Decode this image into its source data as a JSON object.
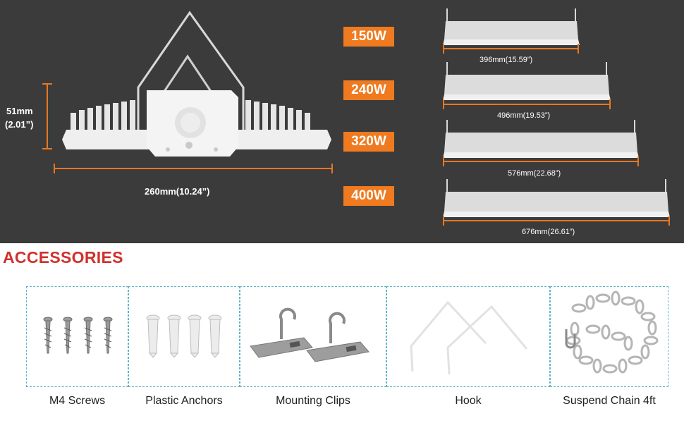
{
  "dimensions": {
    "height_label": "51mm",
    "height_label_in": "(2.01”)",
    "width_label": "260mm(10.24”)"
  },
  "models": [
    {
      "watt": "150W",
      "length": "396mm(15.59”)"
    },
    {
      "watt": "240W",
      "length": "496mm(19.53”)"
    },
    {
      "watt": "320W",
      "length": "576mm(22.68”)"
    },
    {
      "watt": "400W",
      "length": "676mm(26.61”)"
    }
  ],
  "accessories": {
    "title": "ACCESSORIES",
    "items": [
      {
        "label": "M4 Screws"
      },
      {
        "label": "Plastic Anchors"
      },
      {
        "label": "Mounting Clips"
      },
      {
        "label": "Hook"
      },
      {
        "label": "Suspend Chain 4ft"
      }
    ]
  },
  "colors": {
    "panel_bg": "#3b3b3b",
    "accent_orange": "#ef7a1f",
    "title_red": "#d0312d",
    "box_border": "#5fb6c9"
  }
}
